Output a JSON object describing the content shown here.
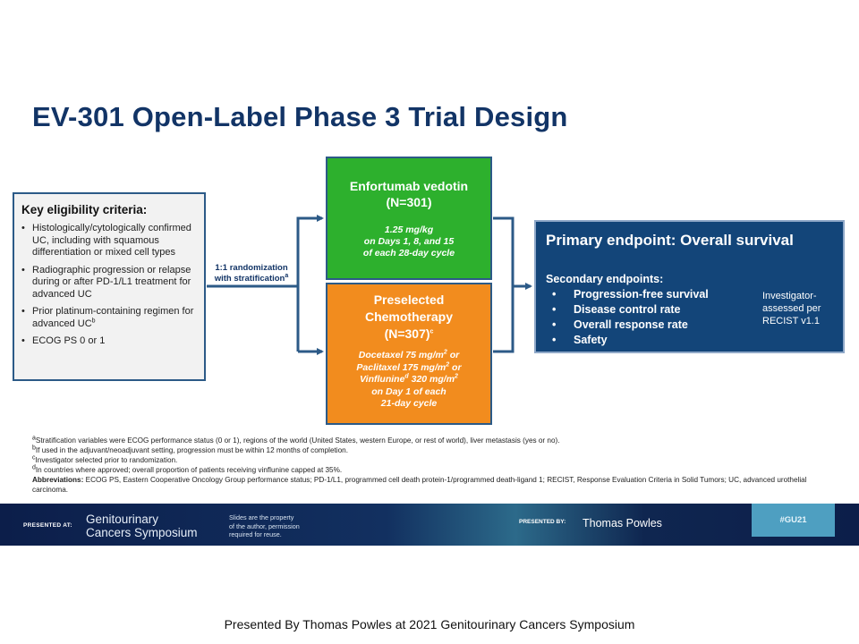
{
  "title": "EV-301 Open-Label Phase 3 Trial Design",
  "eligibility": {
    "heading": "Key eligibility criteria:",
    "items": [
      "Histologically/cytologically confirmed UC, including with squamous differentiation or mixed cell types",
      "Radiographic progression or relapse during or after PD-1/L1 treatment for advanced UC",
      "Prior platinum-containing regimen for advanced UC",
      "ECOG PS 0 or 1"
    ],
    "item3_sup": "b"
  },
  "randomization": {
    "line1": "1:1 randomization",
    "line2": "with stratification",
    "sup": "a"
  },
  "ev_arm": {
    "name1": "Enfortumab vedotin",
    "name2": "(N=301)",
    "dose1": "1.25 mg/kg",
    "dose2": "on Days 1, 8, and 15",
    "dose3": "of each 28-day cycle"
  },
  "chemo_arm": {
    "name1": "Preselected",
    "name2": "Chemotherapy",
    "name3": "(N=307)",
    "name3_sup": "c",
    "dose1": "Docetaxel 75 mg/m",
    "dose2": "Paclitaxel 175 mg/m",
    "dose3a": "Vinflunine",
    "dose3b": " 320 mg/m",
    "dose3_sup": "d",
    "squared": "2",
    "or": " or",
    "dose4": "on Day 1 of each",
    "dose5": "21-day cycle"
  },
  "endpoints": {
    "primary": "Primary endpoint: Overall survival",
    "secondary_heading": "Secondary endpoints:",
    "secondary": [
      "Progression-free survival",
      "Disease control rate",
      "Overall response rate",
      "Safety"
    ],
    "assessment": "Investigator-assessed per RECIST v1.1"
  },
  "footnotes": {
    "a_mark": "a",
    "a": "Stratification variables were ECOG performance status (0 or 1), regions of the world (United States, western Europe, or rest of world), liver metastasis (yes or no).",
    "b_mark": "b",
    "b": "If used in the adjuvant/neoadjuvant setting, progression must be within 12 months of completion.",
    "c_mark": "c",
    "c": "Investigator selected prior to randomization.",
    "d_mark": "d",
    "d": "In countries where approved; overall proportion of patients receiving vinflunine capped at 35%.",
    "abbrev_label": "Abbreviations:",
    "abbrev": " ECOG PS, Eastern Cooperative Oncology Group performance status; PD-1/L1, programmed cell death protein-1/programmed death-ligand 1; RECIST, Response Evaluation Criteria in Solid Tumors; UC, advanced urothelial carcinoma."
  },
  "banner": {
    "presented_at": "PRESENTED AT:",
    "meeting1": "Genitourinary",
    "meeting2": "Cancers Symposium",
    "slides1": "Slides are the property",
    "slides2": "of the author, permission",
    "slides3": "required for reuse.",
    "presented_by": "PRESENTED BY:",
    "presenter": "Thomas Powles",
    "hashtag": "#GU21"
  },
  "caption": "Presented By Thomas Powles at 2021 Genitourinary  Cancers Symposium",
  "colors": {
    "title": "#123466",
    "ev_box": "#2db02d",
    "chemo_box": "#f28c1e",
    "endpoint_box": "#134579",
    "border": "#2c5a87",
    "hashtag_bg": "#4e9fc1"
  }
}
